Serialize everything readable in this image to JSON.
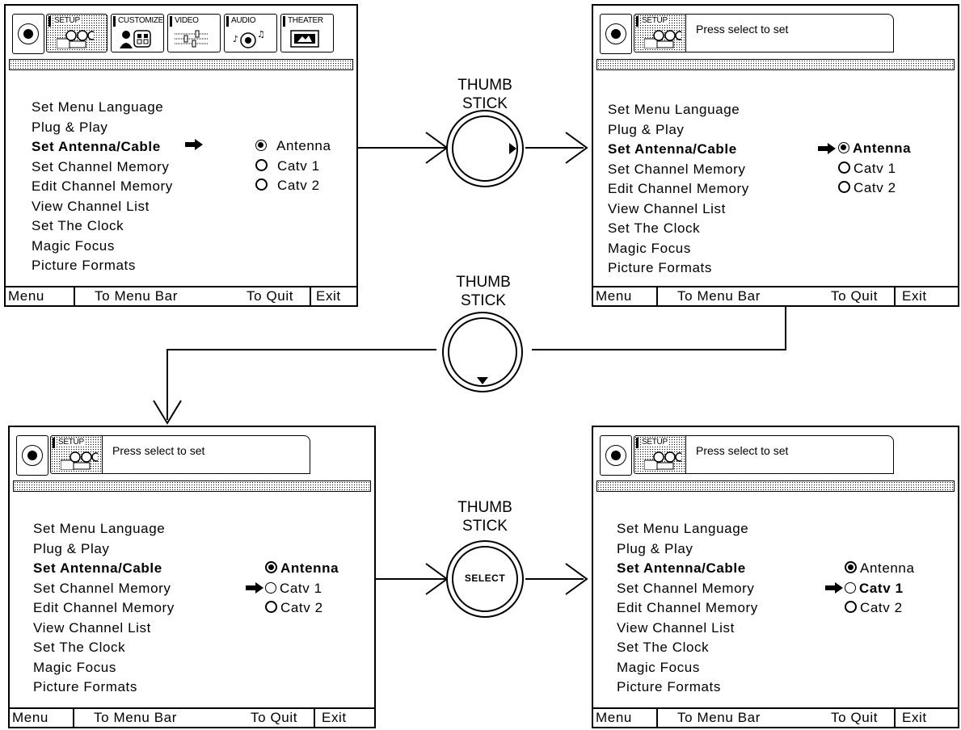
{
  "tabs": {
    "setup": "SETUP",
    "customize": "CUSTOMIZE",
    "video": "VIDEO",
    "audio": "AUDIO",
    "theater": "THEATER"
  },
  "prompt": "Press select to set",
  "menu_items": [
    "Set Menu Language",
    "Plug & Play",
    "Set Antenna/Cable",
    "Set Channel Memory",
    "Edit Channel Memory",
    "View Channel List",
    "Set The Clock",
    "Magic Focus",
    "Picture Formats"
  ],
  "options": [
    "Antenna",
    "Catv 1",
    "Catv 2"
  ],
  "bottom_bar": {
    "menu": "Menu",
    "to_menu_bar": "To Menu Bar",
    "to_quit": "To Quit",
    "exit": "Exit"
  },
  "thumb_stick": {
    "label_line1": "THUMB",
    "label_line2": "STICK",
    "select": "SELECT"
  },
  "colors": {
    "ink": "#000000",
    "paper": "#ffffff"
  },
  "icons": [
    "navigation-pad-icon",
    "setup-film-reel-icon",
    "customize-person-icon",
    "video-slider-icon",
    "audio-speaker-icon",
    "theater-screen-icon",
    "right-arrow-pointer-icon",
    "radio-button-icon"
  ]
}
